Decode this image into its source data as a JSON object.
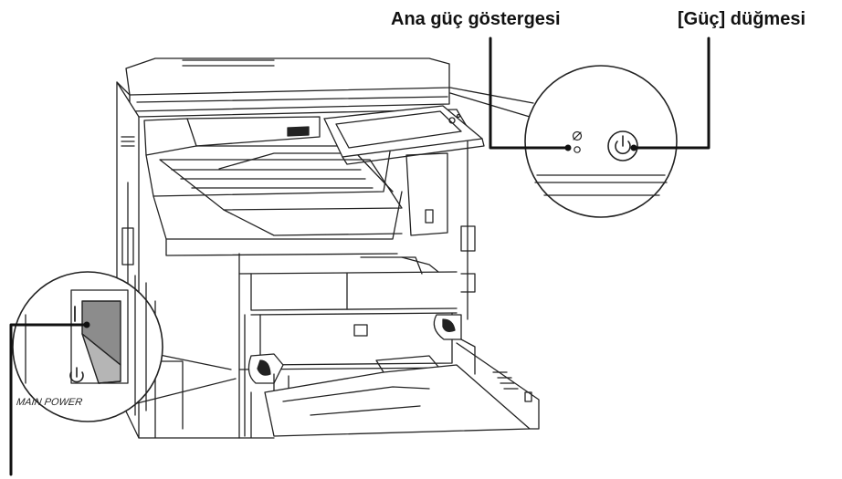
{
  "labels": {
    "main_power_indicator": "Ana güç göstergesi",
    "power_button": "[Güç] düğmesi"
  },
  "switch_markings": {
    "text": "MAIN POWER"
  },
  "colors": {
    "line": "#222222",
    "switch_rocker": "#8c8c8c",
    "background": "#ffffff"
  },
  "icons": {
    "power_button": "power-icon",
    "power_indicator": "main-power-indicator-icon",
    "switch_standby": "power-icon"
  }
}
